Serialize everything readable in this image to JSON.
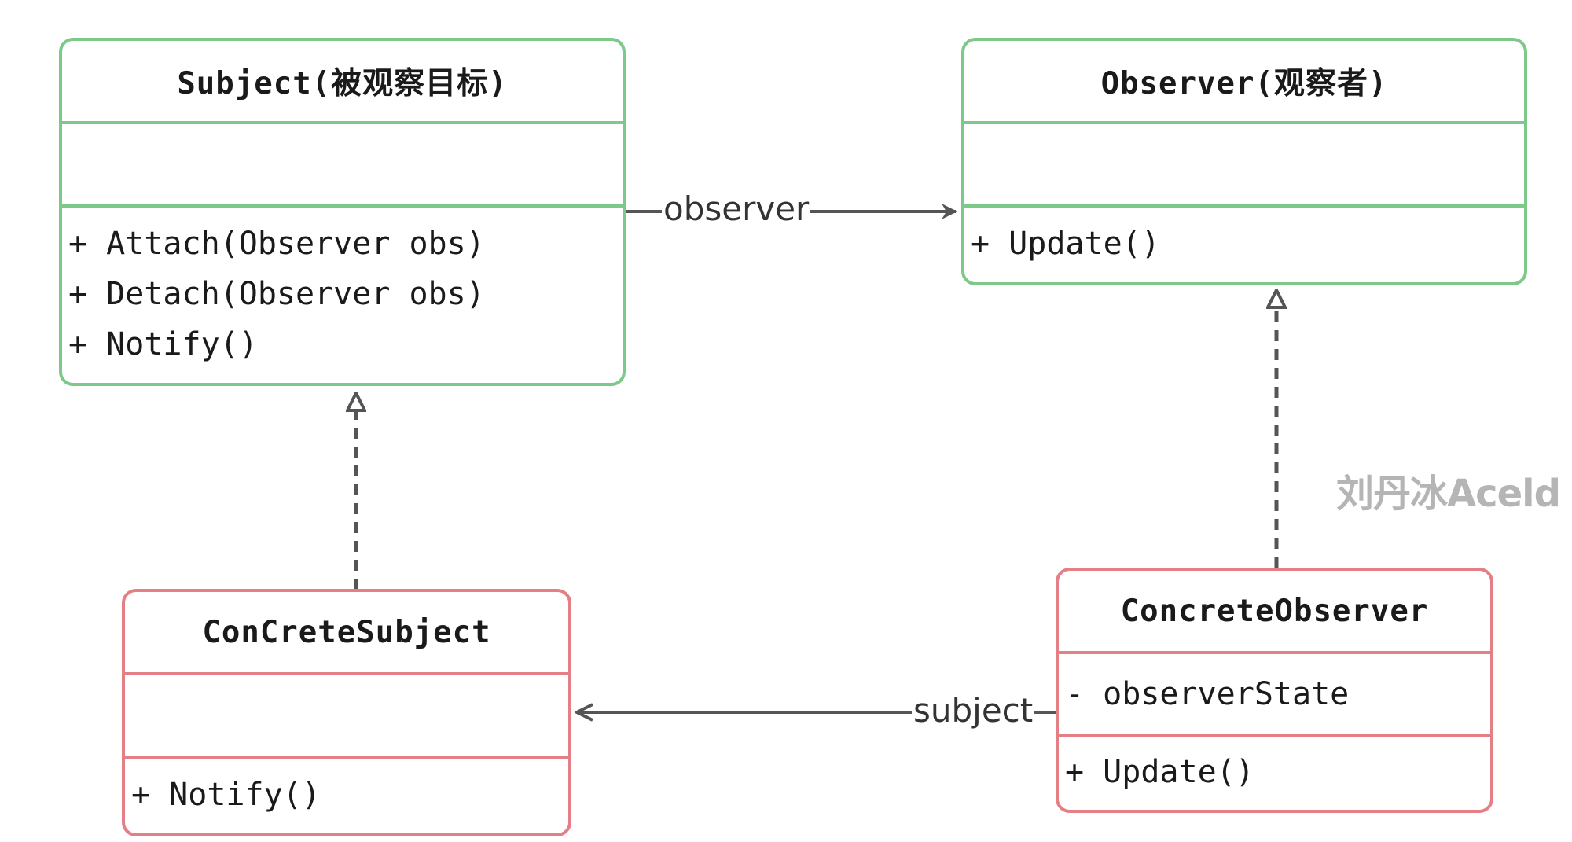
{
  "diagram": {
    "classes": {
      "subject": {
        "title": "Subject(被观察目标)",
        "attributes": [],
        "methods": [
          "+ Attach(Observer obs)",
          "+ Detach(Observer obs)",
          "+ Notify()"
        ]
      },
      "observer": {
        "title": "Observer(观察者)",
        "attributes": [],
        "methods": [
          "+ Update()"
        ]
      },
      "concrete_subject": {
        "title": "ConCreteSubject",
        "attributes": [],
        "methods": [
          "+ Notify()"
        ]
      },
      "concrete_observer": {
        "title": "ConcreteObserver",
        "attributes": [
          "- observerState"
        ],
        "methods": [
          "+ Update()"
        ]
      }
    },
    "edges": {
      "observer_assoc": "observer",
      "subject_assoc": "subject"
    },
    "watermark": "刘丹冰Aceld",
    "colors": {
      "abstract_border": "#7cc98a",
      "concrete_border": "#e57f86",
      "edge": "#555555",
      "watermark": "#b5b5b5"
    }
  }
}
